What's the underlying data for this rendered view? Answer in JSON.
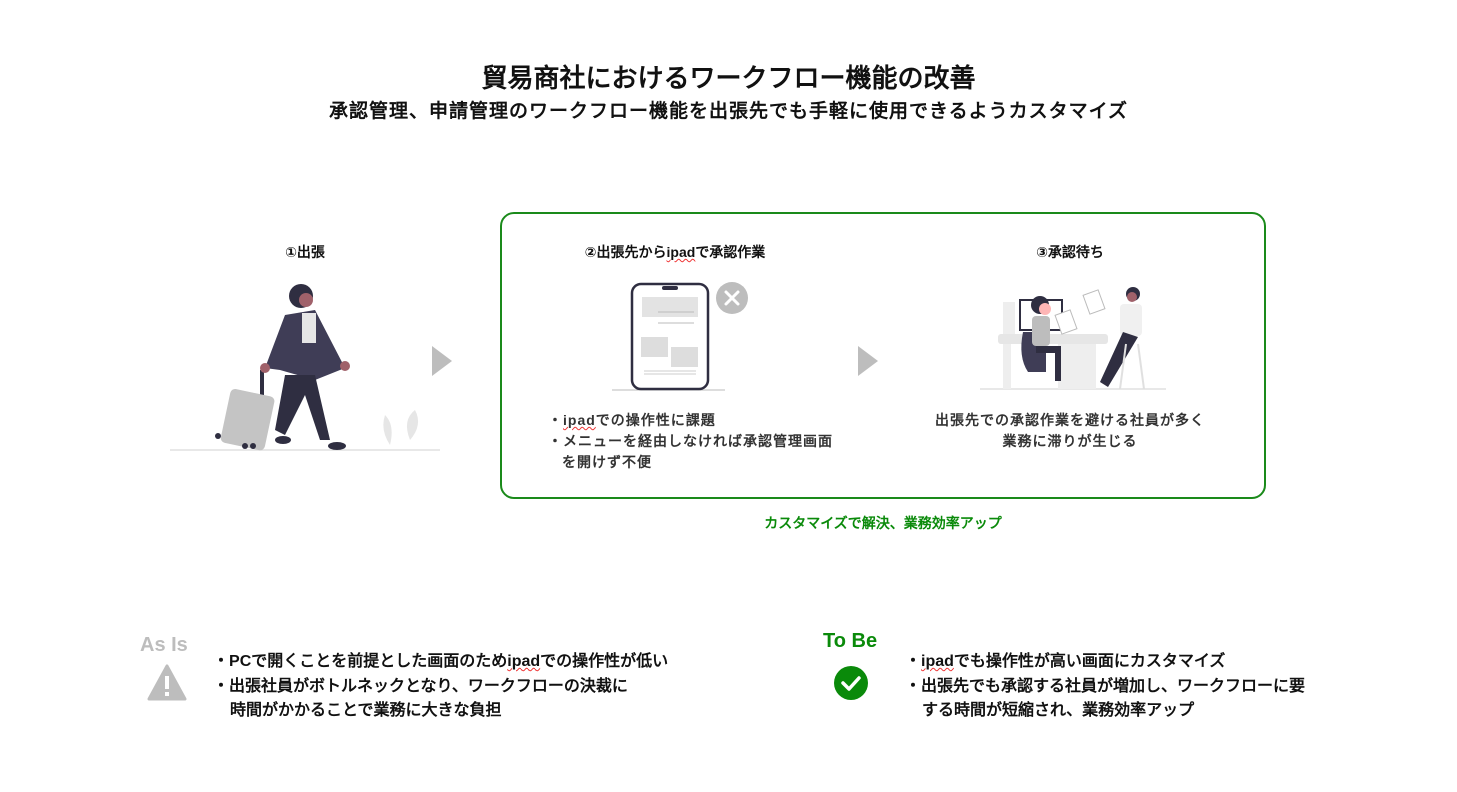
{
  "header": {
    "title": "貿易商社におけるワークフロー機能の改善",
    "subtitle": "承認管理、申請管理のワークフロー機能を出張先でも手軽に使用できるようカスタマイズ"
  },
  "steps": [
    {
      "label": "①出張",
      "illustration": "woman-with-suitcase"
    },
    {
      "label_prefix": "②出張先から",
      "label_ipad": "ipad",
      "label_suffix": "で承認作業",
      "illustration": "tablet-with-x",
      "bullets": [
        {
          "bullet": "・",
          "ipad": "ipad",
          "text": "での操作性に課題"
        },
        {
          "bullet": "・",
          "text": "メニューを経由しなければ承認管理画面"
        },
        {
          "bullet": "",
          "text": "を開けず不便"
        }
      ]
    },
    {
      "label": "③承認待ち",
      "illustration": "people-at-desk",
      "lines": [
        "出張先での承認作業を避ける社員が多く",
        "業務に滞りが生じる"
      ]
    }
  ],
  "caption": "カスタマイズで解決、業務効率アップ",
  "as_is": {
    "label": "As Is",
    "icon": "warning-icon",
    "bullets": [
      {
        "bullet": "・",
        "pre": "PCで開くことを前提とした画面のため",
        "ipad": "ipad",
        "post": "での操作性が低い"
      },
      {
        "bullet": "・",
        "pre": "出張社員がボトルネックとなり、ワークフローの決裁に"
      },
      {
        "bullet": "",
        "pre": "時間がかかることで業務に大きな負担"
      }
    ]
  },
  "to_be": {
    "label": "To Be",
    "icon": "check-circle-icon",
    "bullets": [
      {
        "bullet": "・",
        "ipad": "ipad",
        "post": "でも操作性が高い画面にカスタマイズ"
      },
      {
        "bullet": "・",
        "pre": "出張先でも承認する社員が増加し、ワークフローに要"
      },
      {
        "bullet": "",
        "pre": "する時間が短縮され、業務効率アップ"
      }
    ]
  },
  "colors": {
    "accent": "#0a8a0a",
    "gray": "#bdbdbd",
    "dark": "#2f2e41",
    "skin": "#a0616a"
  }
}
